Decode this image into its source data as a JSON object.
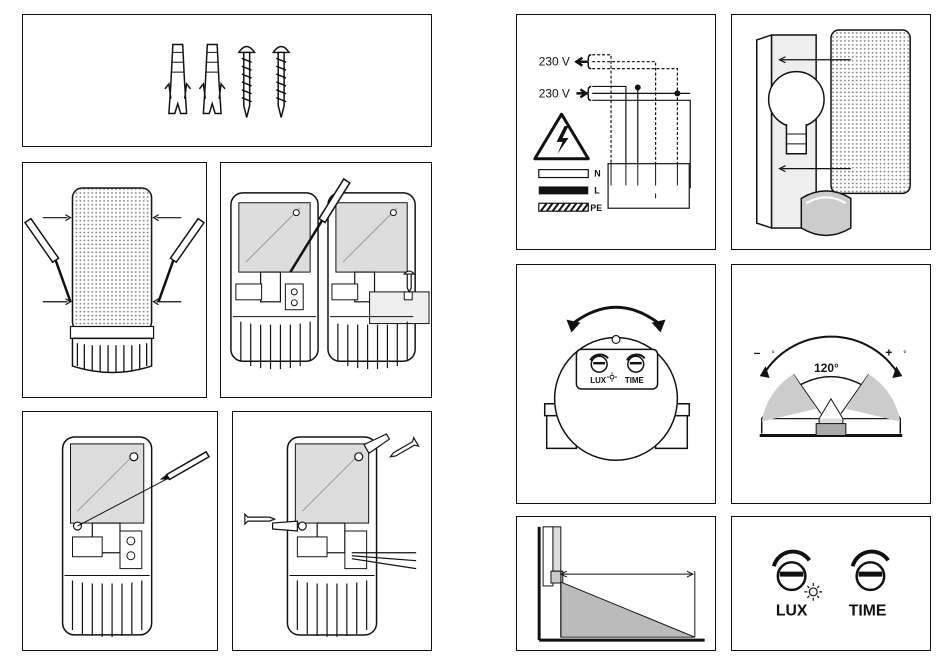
{
  "wiring": {
    "voltage_in": "230 V",
    "voltage_out": "230 V",
    "legend": [
      {
        "code": "N",
        "style": "outline"
      },
      {
        "code": "L",
        "style": "solid"
      },
      {
        "code": "PE",
        "style": "hatched"
      }
    ]
  },
  "detection": {
    "angle": "120°",
    "minus": "–",
    "plus": "+"
  },
  "controls": {
    "lux_label": "LUX",
    "time_label": "TIME"
  },
  "colors": {
    "line": "#111111",
    "fill_gray": "#cfcfcf",
    "lens_gray": "#9a9a9a"
  }
}
